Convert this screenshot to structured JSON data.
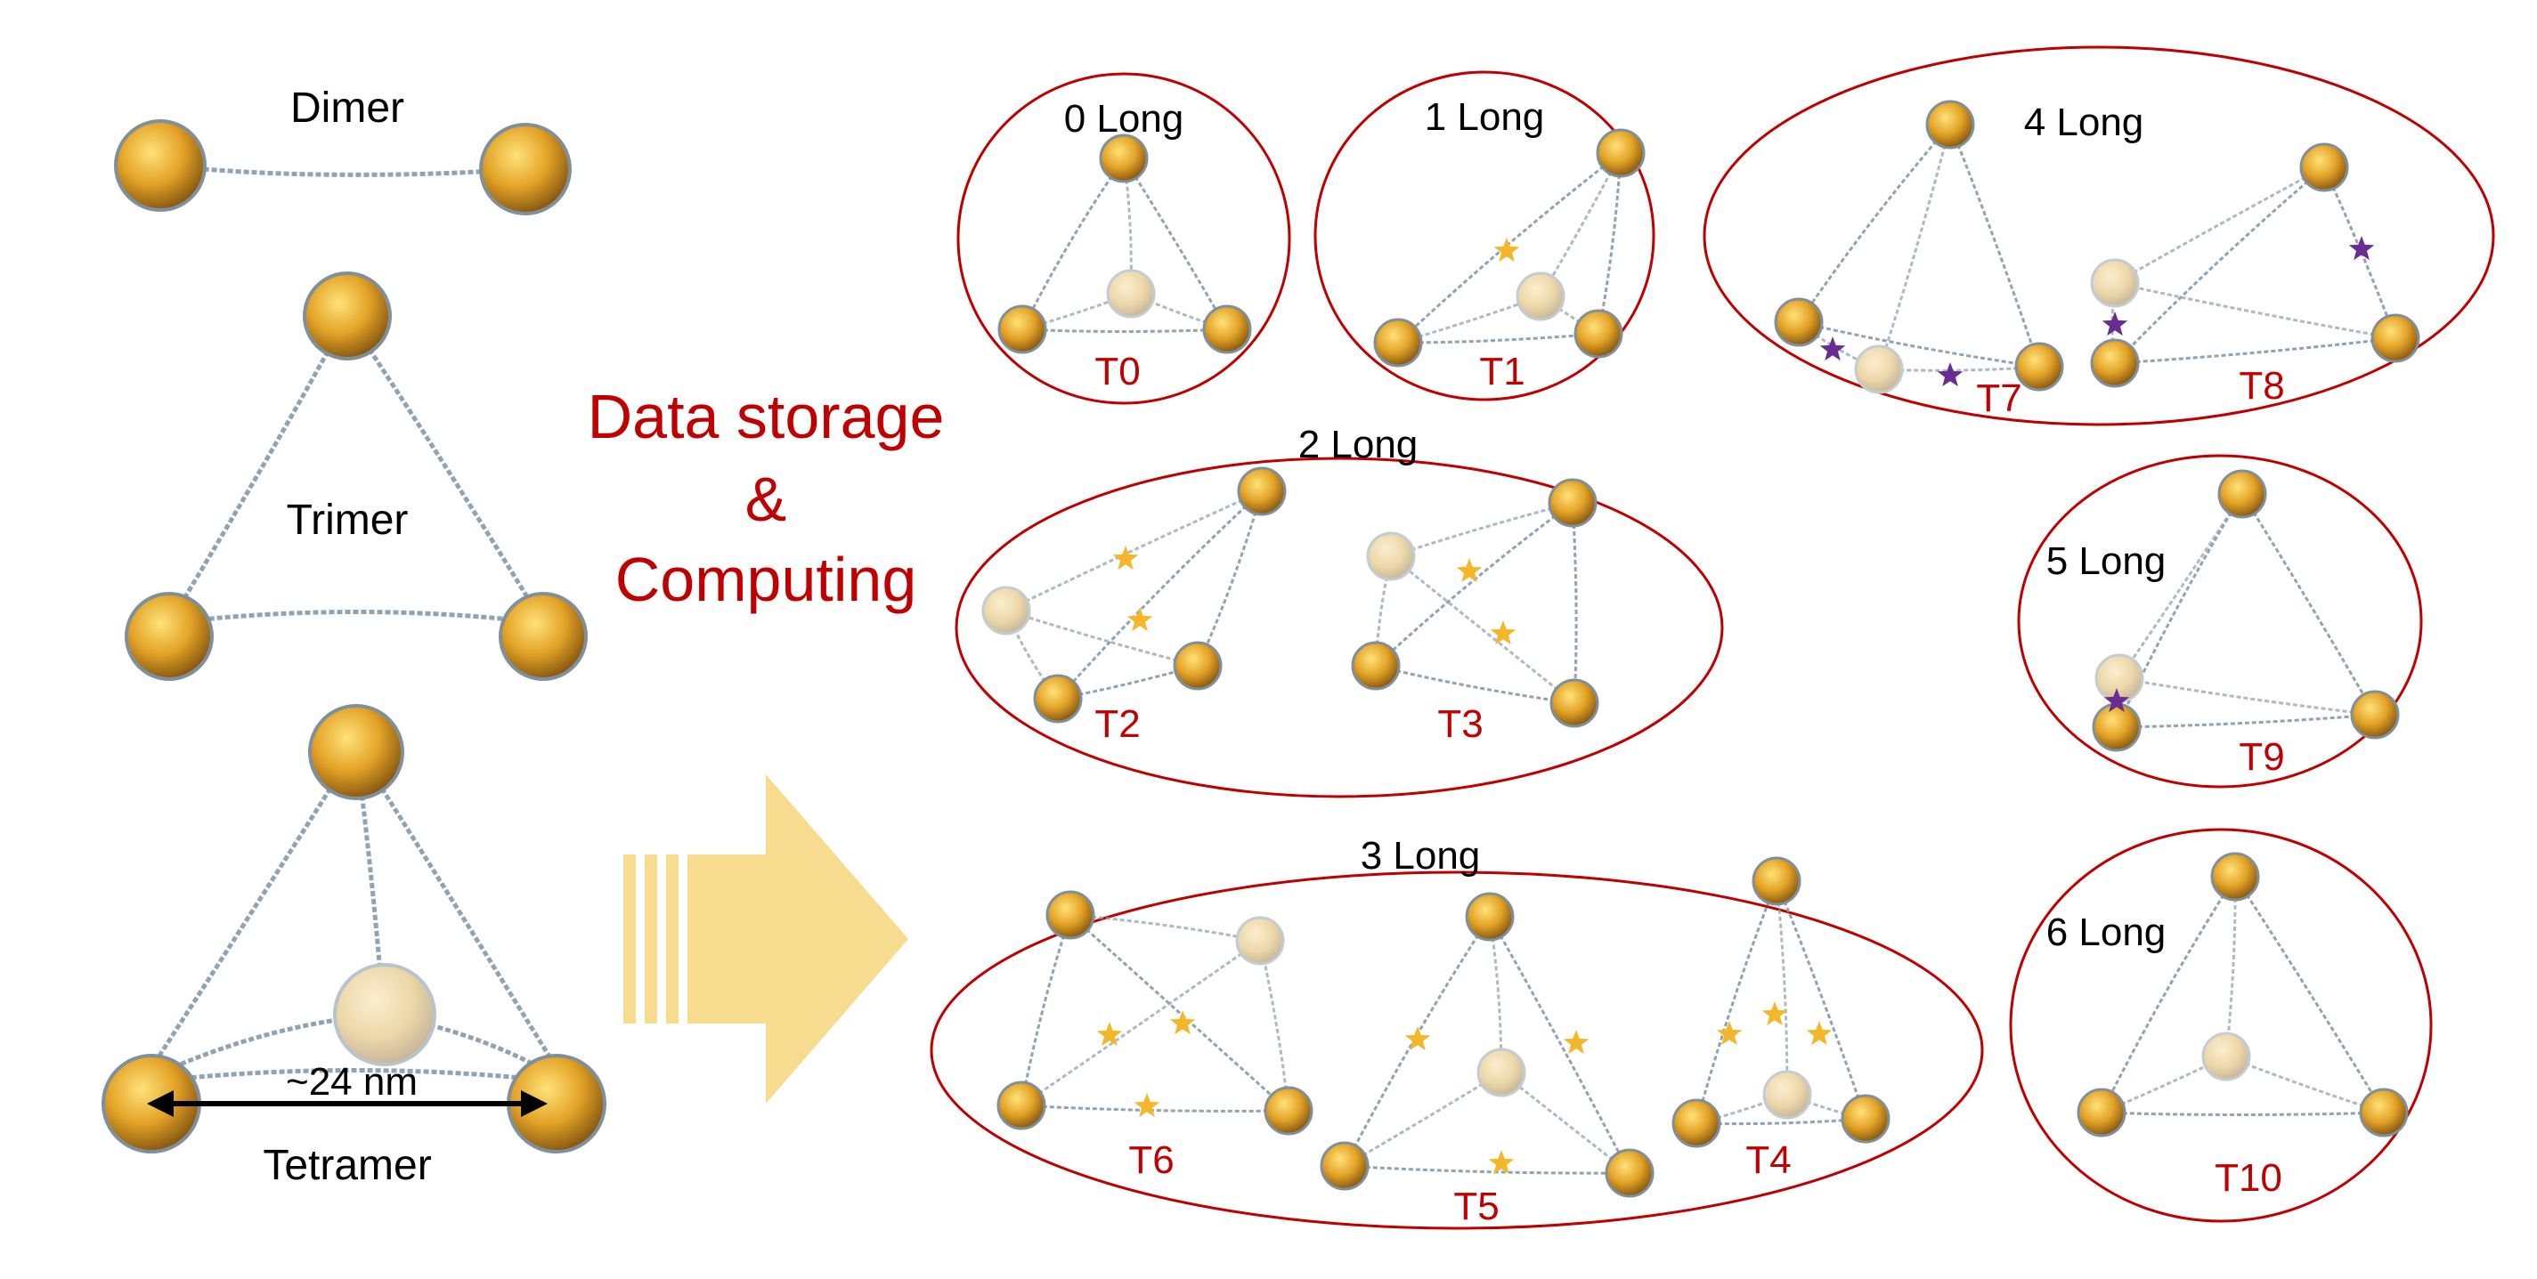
{
  "colors": {
    "accent_red": "#c00000",
    "gold": "#e8a92a",
    "gold_dark": "#9a6a10",
    "linker": "#8fa3b3",
    "arrow": "#f7dc90",
    "star_yellow": "#f4b729",
    "star_purple": "#6a2c91"
  },
  "left": {
    "dimer_label": "Dimer",
    "trimer_label": "Trimer",
    "tetramer_label": "Tetramer",
    "scale_label": "~24 nm"
  },
  "center": {
    "line1": "Data storage",
    "line2": "&",
    "line3": "Computing"
  },
  "groups": [
    {
      "id": "g0",
      "label": "0 Long",
      "tags": [
        "T0"
      ]
    },
    {
      "id": "g1",
      "label": "1 Long",
      "tags": [
        "T1"
      ]
    },
    {
      "id": "g2",
      "label": "2 Long",
      "tags": [
        "T2",
        "T3"
      ]
    },
    {
      "id": "g3",
      "label": "3 Long",
      "tags": [
        "T6",
        "T5",
        "T4"
      ]
    },
    {
      "id": "g4",
      "label": "4 Long",
      "tags": [
        "T7",
        "T8"
      ]
    },
    {
      "id": "g5",
      "label": "5 Long",
      "tags": [
        "T9"
      ]
    },
    {
      "id": "g6",
      "label": "6 Long",
      "tags": [
        "T10"
      ]
    }
  ],
  "structures": [
    {
      "tag": "T0",
      "long_links": 0,
      "yellow_stars": 0,
      "purple_stars": 0
    },
    {
      "tag": "T1",
      "long_links": 1,
      "yellow_stars": 1,
      "purple_stars": 0
    },
    {
      "tag": "T2",
      "long_links": 2,
      "yellow_stars": 2,
      "purple_stars": 0
    },
    {
      "tag": "T3",
      "long_links": 2,
      "yellow_stars": 2,
      "purple_stars": 0
    },
    {
      "tag": "T4",
      "long_links": 3,
      "yellow_stars": 3,
      "purple_stars": 0
    },
    {
      "tag": "T5",
      "long_links": 3,
      "yellow_stars": 3,
      "purple_stars": 0
    },
    {
      "tag": "T6",
      "long_links": 3,
      "yellow_stars": 3,
      "purple_stars": 0
    },
    {
      "tag": "T7",
      "long_links": 4,
      "yellow_stars": 0,
      "purple_stars": 2
    },
    {
      "tag": "T8",
      "long_links": 4,
      "yellow_stars": 0,
      "purple_stars": 2
    },
    {
      "tag": "T9",
      "long_links": 5,
      "yellow_stars": 0,
      "purple_stars": 1
    },
    {
      "tag": "T10",
      "long_links": 6,
      "yellow_stars": 0,
      "purple_stars": 0
    }
  ]
}
